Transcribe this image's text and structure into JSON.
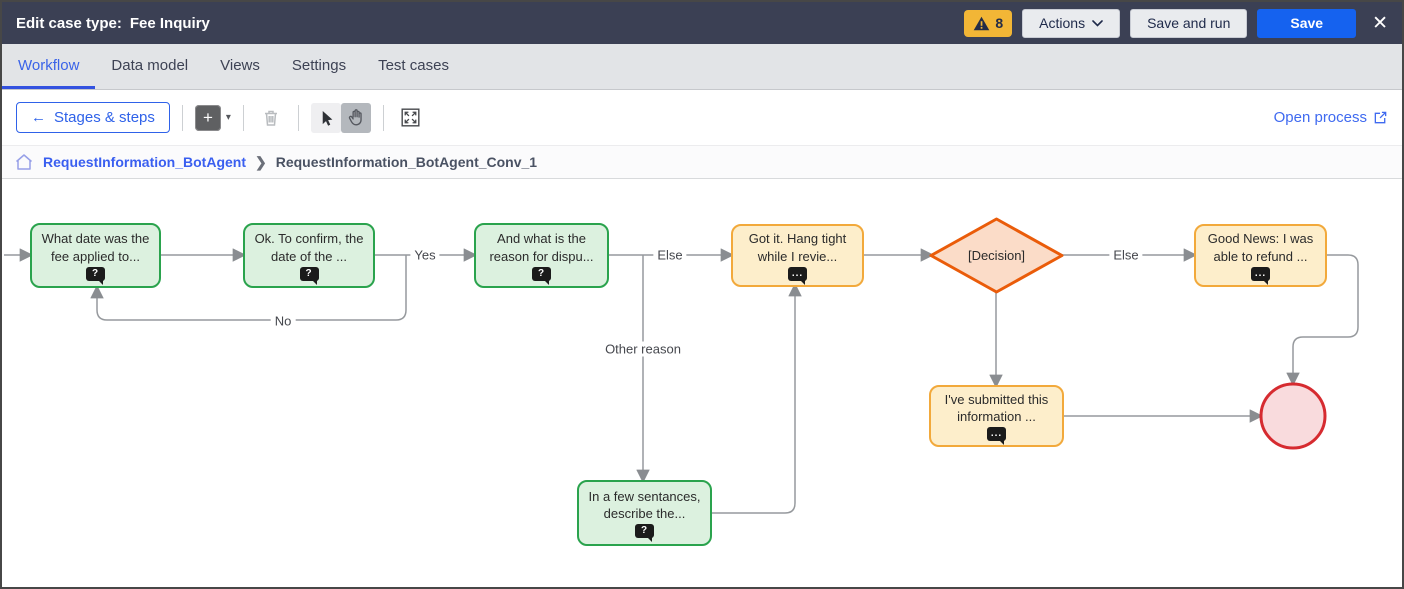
{
  "header": {
    "title_label": "Edit case type:",
    "title_value": "Fee Inquiry",
    "warning_count": "8",
    "actions_label": "Actions",
    "save_and_run_label": "Save and run",
    "save_label": "Save",
    "close_icon": "✕"
  },
  "tabs": [
    {
      "label": "Workflow",
      "active": true
    },
    {
      "label": "Data model",
      "active": false
    },
    {
      "label": "Views",
      "active": false
    },
    {
      "label": "Settings",
      "active": false
    },
    {
      "label": "Test cases",
      "active": false
    }
  ],
  "toolbar": {
    "back_icon": "←",
    "stages_steps_label": "Stages & steps",
    "add_icon": "+",
    "caret_icon": "▾",
    "open_process_label": "Open process"
  },
  "breadcrumb": {
    "parent": "RequestInformation_BotAgent",
    "separator": "❯",
    "current": "RequestInformation_BotAgent_Conv_1"
  },
  "flow": {
    "icons": {
      "question": "?",
      "ellipsis": "..."
    },
    "nodes": {
      "q1": {
        "text": "What date was the fee applied to...",
        "type": "question"
      },
      "q2": {
        "text": "Ok. To confirm, the date of the ...",
        "type": "question"
      },
      "q3": {
        "text": "And what is the reason for dispu...",
        "type": "question"
      },
      "m1": {
        "text": "Got it. Hang tight while I revie...",
        "type": "message"
      },
      "m2": {
        "text": "Good News: I was able to refund ...",
        "type": "message"
      },
      "m3": {
        "text": "I've submitted this information ...",
        "type": "message"
      },
      "q4": {
        "text": "In a few sentances, describe the...",
        "type": "question"
      }
    },
    "decision": {
      "text": "[Decision]"
    },
    "labels": {
      "yes": "Yes",
      "no": "No",
      "else1": "Else",
      "other_reason": "Other reason",
      "else2": "Else"
    }
  },
  "colors": {
    "header_bg": "#3b4054",
    "accent_blue": "#1562ef",
    "link_blue": "#3f6af0",
    "warning_amber": "#f2b636",
    "question_border": "#2aa34d",
    "question_fill": "#dcf1df",
    "message_border": "#f2a93b",
    "message_fill": "#fdeecb",
    "decision_border": "#ea5c0a",
    "decision_fill": "#fbdcc8",
    "end_border": "#d62b30",
    "end_fill": "#f9dbdd",
    "wire_gray": "#96999d"
  }
}
